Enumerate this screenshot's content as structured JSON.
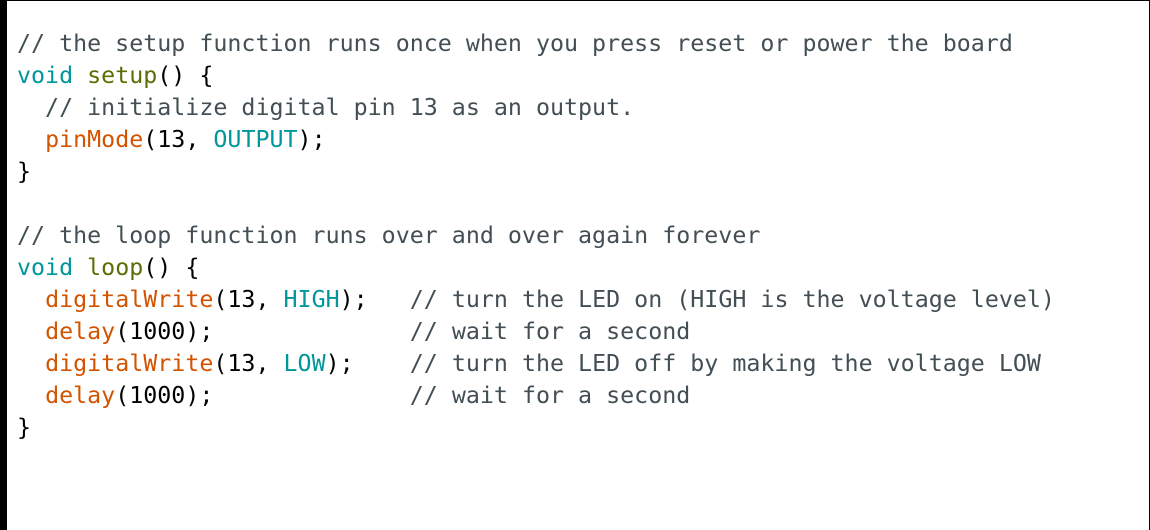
{
  "colors": {
    "comment": "#434f54",
    "type_keyword": "#00979c",
    "user_function": "#5e6d03",
    "builtin_function": "#d35400",
    "constant": "#00979c",
    "plain": "#000000"
  },
  "code_lines": [
    [
      {
        "t": "// the setup function runs once when you press reset or power the board",
        "k": "comment"
      }
    ],
    [
      {
        "t": "void",
        "k": "kw-type"
      },
      {
        "t": " ",
        "k": "plain"
      },
      {
        "t": "setup",
        "k": "fn-user"
      },
      {
        "t": "() {",
        "k": "plain"
      }
    ],
    [
      {
        "t": "  // initialize digital pin 13 as an output.",
        "k": "comment"
      }
    ],
    [
      {
        "t": "  ",
        "k": "plain"
      },
      {
        "t": "pinMode",
        "k": "fn-builtin"
      },
      {
        "t": "(13, ",
        "k": "plain"
      },
      {
        "t": "OUTPUT",
        "k": "const"
      },
      {
        "t": ");",
        "k": "plain"
      }
    ],
    [
      {
        "t": "}",
        "k": "plain"
      }
    ],
    [
      {
        "t": "",
        "k": "plain"
      }
    ],
    [
      {
        "t": "// the loop function runs over and over again forever",
        "k": "comment"
      }
    ],
    [
      {
        "t": "void",
        "k": "kw-type"
      },
      {
        "t": " ",
        "k": "plain"
      },
      {
        "t": "loop",
        "k": "fn-user"
      },
      {
        "t": "() {",
        "k": "plain"
      }
    ],
    [
      {
        "t": "  ",
        "k": "plain"
      },
      {
        "t": "digitalWrite",
        "k": "fn-builtin"
      },
      {
        "t": "(13, ",
        "k": "plain"
      },
      {
        "t": "HIGH",
        "k": "const"
      },
      {
        "t": ");   ",
        "k": "plain"
      },
      {
        "t": "// turn the LED on (HIGH is the voltage level)",
        "k": "comment"
      }
    ],
    [
      {
        "t": "  ",
        "k": "plain"
      },
      {
        "t": "delay",
        "k": "fn-builtin"
      },
      {
        "t": "(1000);              ",
        "k": "plain"
      },
      {
        "t": "// wait for a second",
        "k": "comment"
      }
    ],
    [
      {
        "t": "  ",
        "k": "plain"
      },
      {
        "t": "digitalWrite",
        "k": "fn-builtin"
      },
      {
        "t": "(13, ",
        "k": "plain"
      },
      {
        "t": "LOW",
        "k": "const"
      },
      {
        "t": ");    ",
        "k": "plain"
      },
      {
        "t": "// turn the LED off by making the voltage LOW",
        "k": "comment"
      }
    ],
    [
      {
        "t": "  ",
        "k": "plain"
      },
      {
        "t": "delay",
        "k": "fn-builtin"
      },
      {
        "t": "(1000);              ",
        "k": "plain"
      },
      {
        "t": "// wait for a second",
        "k": "comment"
      }
    ],
    [
      {
        "t": "}",
        "k": "plain"
      }
    ]
  ]
}
